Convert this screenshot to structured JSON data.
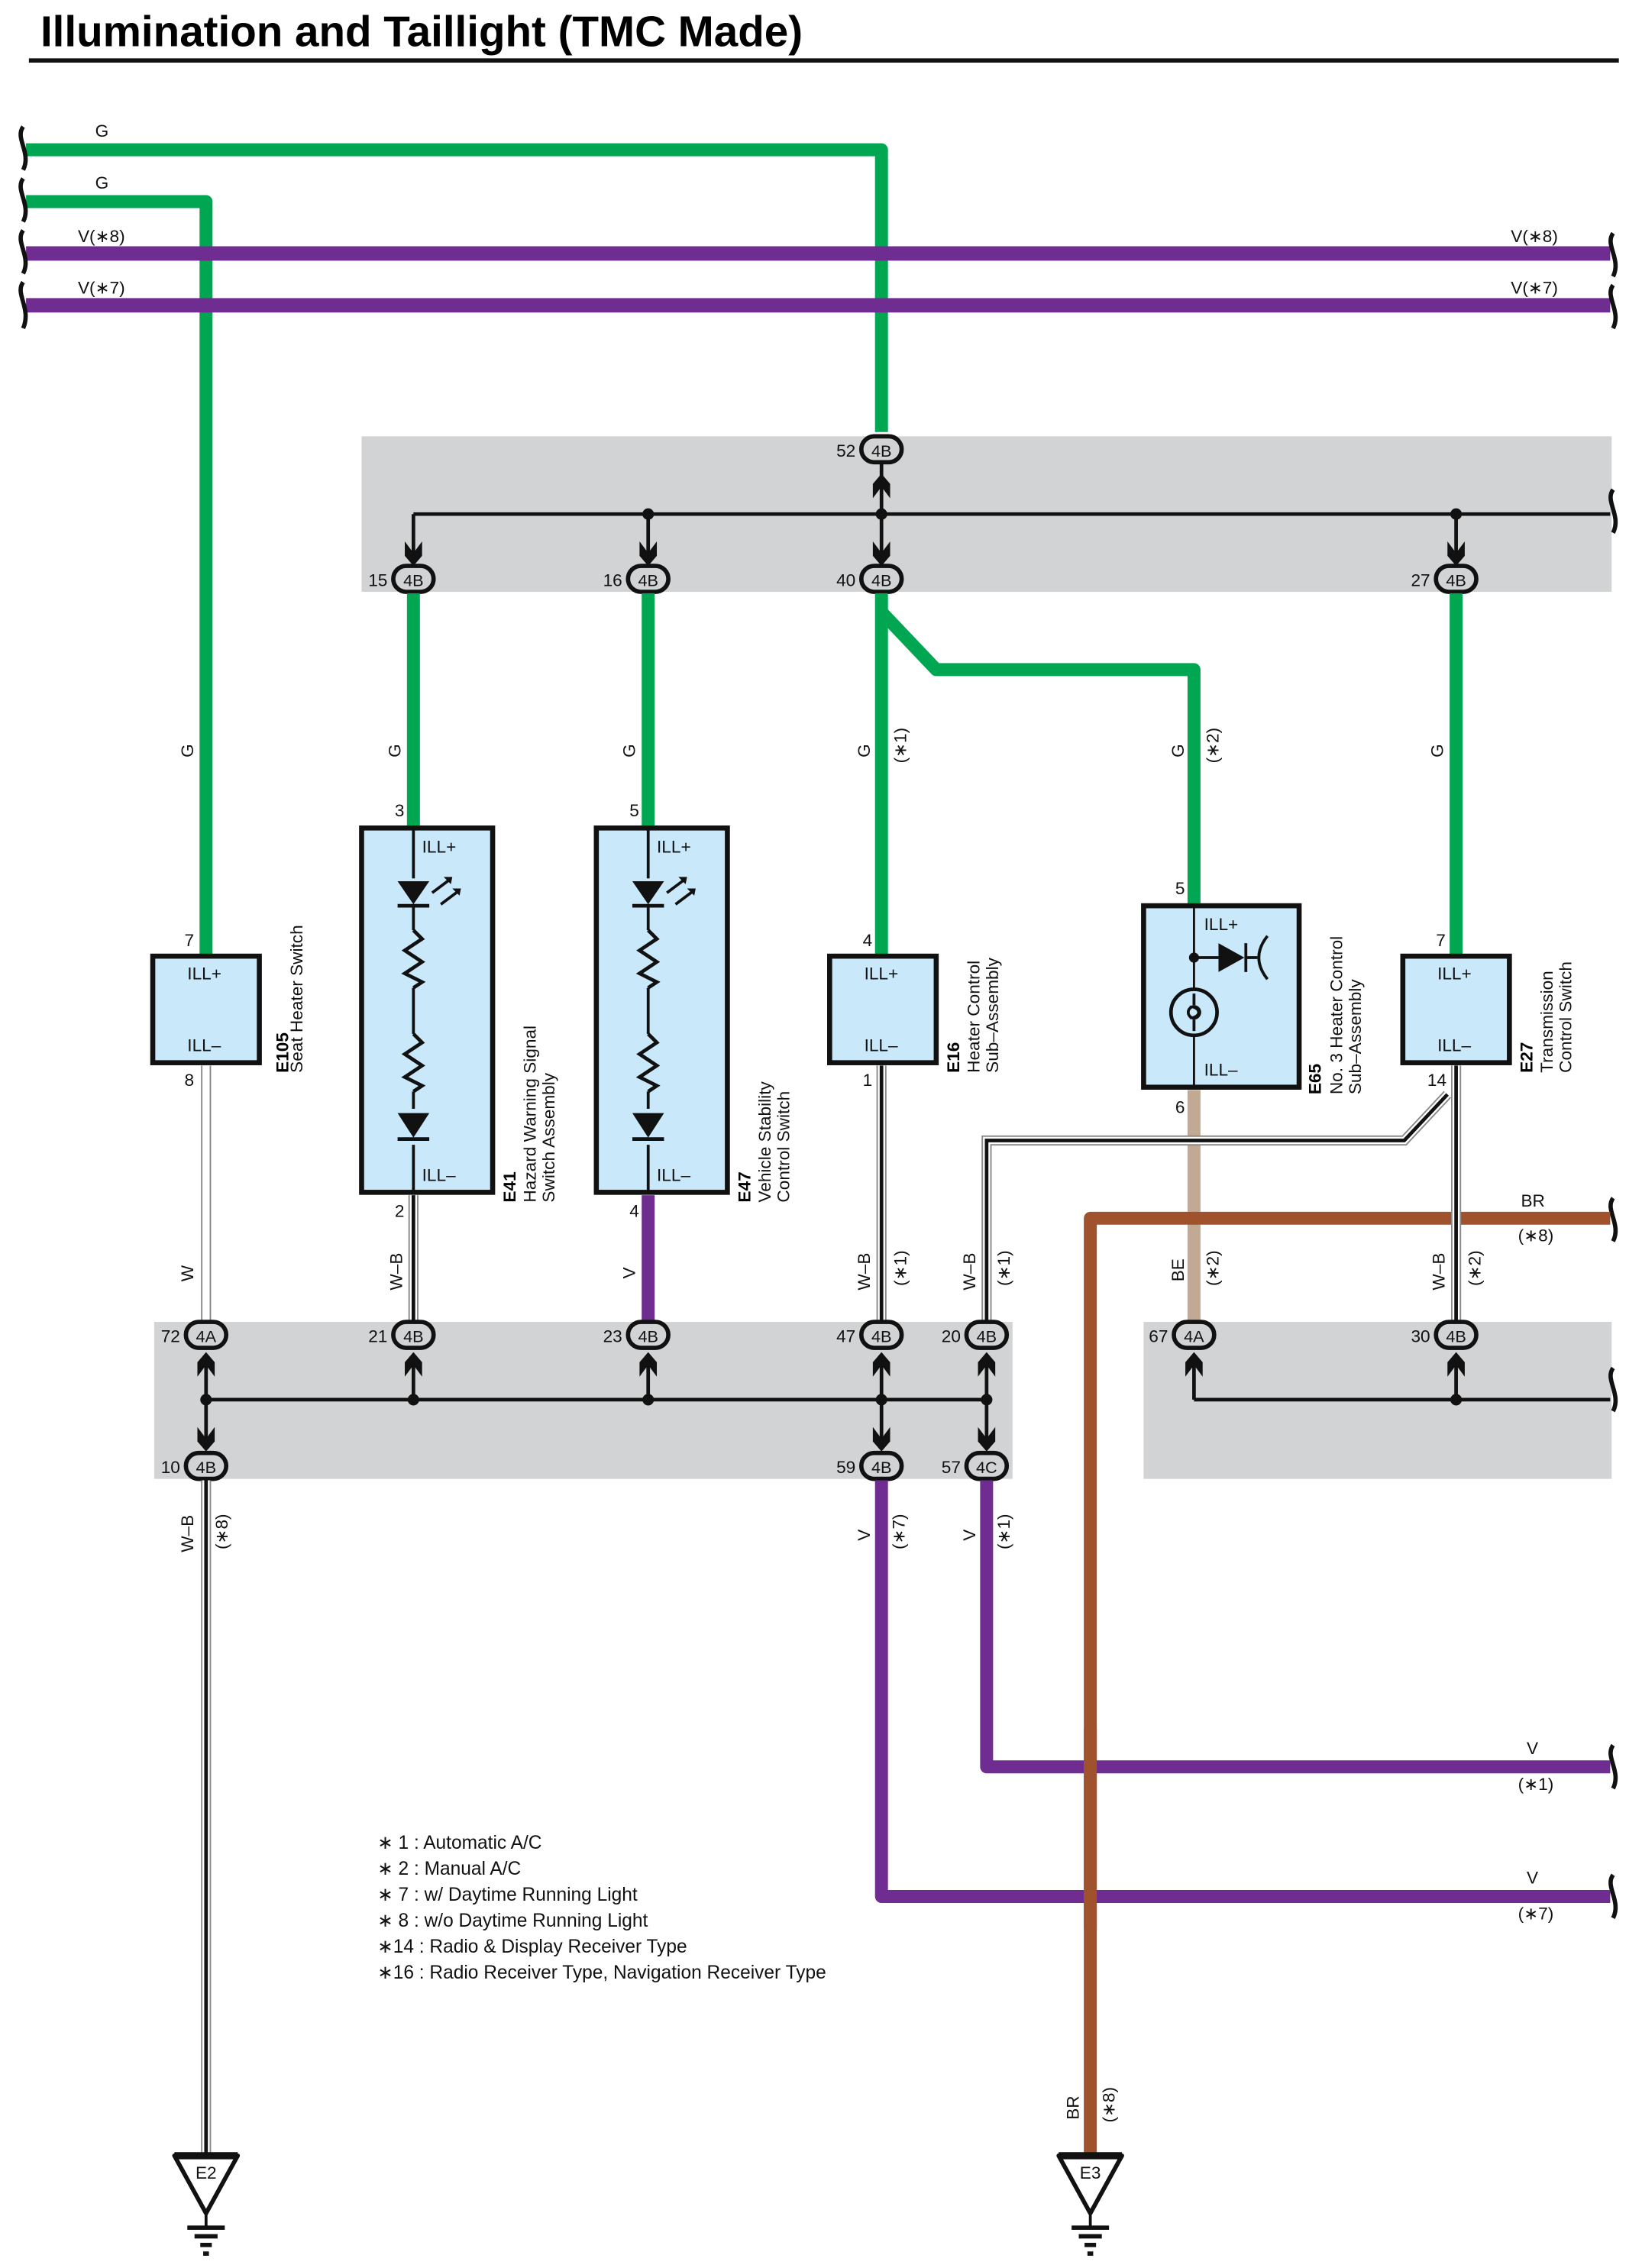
{
  "title": "Illumination and Taillight (TMC Made)",
  "colors": {
    "green": "#00a651",
    "violet": "#6f2c91",
    "brown": "#a0522d",
    "beige": "#c2a994",
    "junction_block": "#d1d3d4",
    "component_fill": "#c9e8fa",
    "black": "#111111"
  },
  "top_wires": [
    {
      "label": "G"
    },
    {
      "label": "G"
    },
    {
      "label": "V(∗8)",
      "right_label": "V(∗8)"
    },
    {
      "label": "V(∗7)",
      "right_label": "V(∗7)"
    }
  ],
  "upper_junction": {
    "input": {
      "pin": "52",
      "connector": "4B"
    },
    "outputs": [
      {
        "pin": "15",
        "connector": "4B"
      },
      {
        "pin": "16",
        "connector": "4B"
      },
      {
        "pin": "40",
        "connector": "4B"
      },
      {
        "pin": "27",
        "connector": "4B"
      }
    ]
  },
  "components": [
    {
      "code": "E105",
      "name": [
        "Seat Heater Switch"
      ],
      "pin_plus": "7",
      "pin_minus": "8",
      "ill_plus": "ILL+",
      "ill_minus": "ILL–",
      "wire_in": "G",
      "wire_out": "W"
    },
    {
      "code": "E41",
      "name": [
        "Hazard Warning Signal",
        "Switch Assembly"
      ],
      "pin_plus": "3",
      "pin_minus": "2",
      "ill_plus": "ILL+",
      "ill_minus": "ILL–",
      "wire_in": "G",
      "wire_out": "W–B"
    },
    {
      "code": "E47",
      "name": [
        "Vehicle Stability",
        "Control Switch"
      ],
      "pin_plus": "5",
      "pin_minus": "4",
      "ill_plus": "ILL+",
      "ill_minus": "ILL–",
      "wire_in": "G",
      "wire_out": "V"
    },
    {
      "code": "E16",
      "name": [
        "Heater Control",
        "Sub–Assembly"
      ],
      "pin_plus": "4",
      "pin_minus": "1",
      "ill_plus": "ILL+",
      "ill_minus": "ILL–",
      "wire_in": "G",
      "wire_in_note": "(∗1)",
      "wire_out": "W–B",
      "wire_out_note": "(∗1)"
    },
    {
      "code": "E65",
      "name": [
        "No. 3 Heater Control",
        "Sub–Assembly"
      ],
      "pin_plus": "5",
      "pin_minus": "6",
      "ill_plus": "ILL+",
      "ill_minus": "ILL–",
      "wire_in": "G",
      "wire_in_note": "(∗2)",
      "wire_out": "BE",
      "wire_out_note": "(∗2)"
    },
    {
      "code": "E27",
      "name": [
        "Transmission",
        "Control Switch"
      ],
      "pin_plus": "7",
      "pin_minus": "14",
      "ill_plus": "ILL+",
      "ill_minus": "ILL–",
      "wire_in": "G",
      "wire_out": "W–B",
      "wire_out_note": "(∗2)"
    }
  ],
  "crossover_wire": {
    "label": "W–B",
    "note": "(∗1)"
  },
  "lower_junction_left": {
    "inputs": [
      {
        "pin": "72",
        "connector": "4A"
      },
      {
        "pin": "21",
        "connector": "4B"
      },
      {
        "pin": "23",
        "connector": "4B"
      },
      {
        "pin": "47",
        "connector": "4B"
      },
      {
        "pin": "20",
        "connector": "4B"
      }
    ],
    "outputs": [
      {
        "pin": "10",
        "connector": "4B",
        "wire": "W–B",
        "note": "(∗8)"
      },
      {
        "pin": "59",
        "connector": "4B",
        "wire": "V",
        "note": "(∗7)"
      },
      {
        "pin": "57",
        "connector": "4C",
        "wire": "V",
        "note": "(∗1)"
      }
    ]
  },
  "lower_junction_right": {
    "inputs": [
      {
        "pin": "67",
        "connector": "4A"
      },
      {
        "pin": "30",
        "connector": "4B"
      }
    ]
  },
  "brown_wire": {
    "label": "BR",
    "note": "(∗8)",
    "bottom_label": "BR",
    "bottom_note": "(∗8)"
  },
  "right_outputs": [
    {
      "label": "V",
      "note": "(∗1)"
    },
    {
      "label": "V",
      "note": "(∗7)"
    }
  ],
  "grounds": [
    {
      "id": "E2"
    },
    {
      "id": "E3"
    }
  ],
  "notes": [
    "∗ 1 : Automatic A/C",
    "∗ 2 : Manual A/C",
    "∗ 7 : w/ Daytime Running Light",
    "∗ 8 : w/o Daytime Running Light",
    "∗14 : Radio & Display Receiver Type",
    "∗16 : Radio Receiver Type,  Navigation Receiver Type"
  ]
}
